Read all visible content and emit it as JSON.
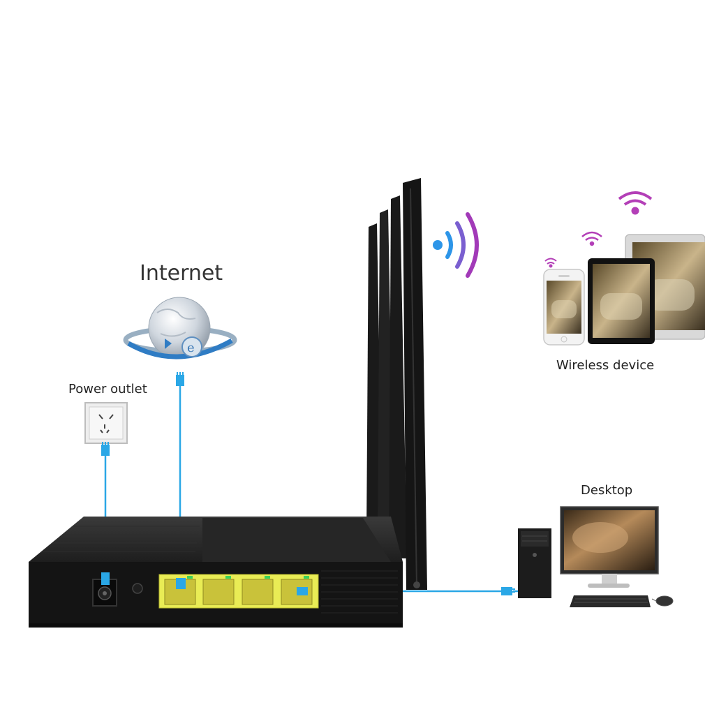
{
  "labels": {
    "internet": "Internet",
    "power_outlet": "Power outlet",
    "wireless_device": "Wireless device",
    "desktop": "Desktop"
  },
  "colors": {
    "cable": "#2aa7e6",
    "router_body": "#1b1b1b",
    "lan_ports": "#e9ec55",
    "wifi_purple": "#a23ab8",
    "wifi_blue": "#2d95e8"
  },
  "icons": {
    "globe": "globe-icon",
    "outlet": "power-outlet-icon",
    "router": "router-icon",
    "wifi": "wifi-icon",
    "phone": "smartphone-icon",
    "tablet": "tablet-icon",
    "laptop": "laptop-icon",
    "desktop": "desktop-computer-icon"
  }
}
